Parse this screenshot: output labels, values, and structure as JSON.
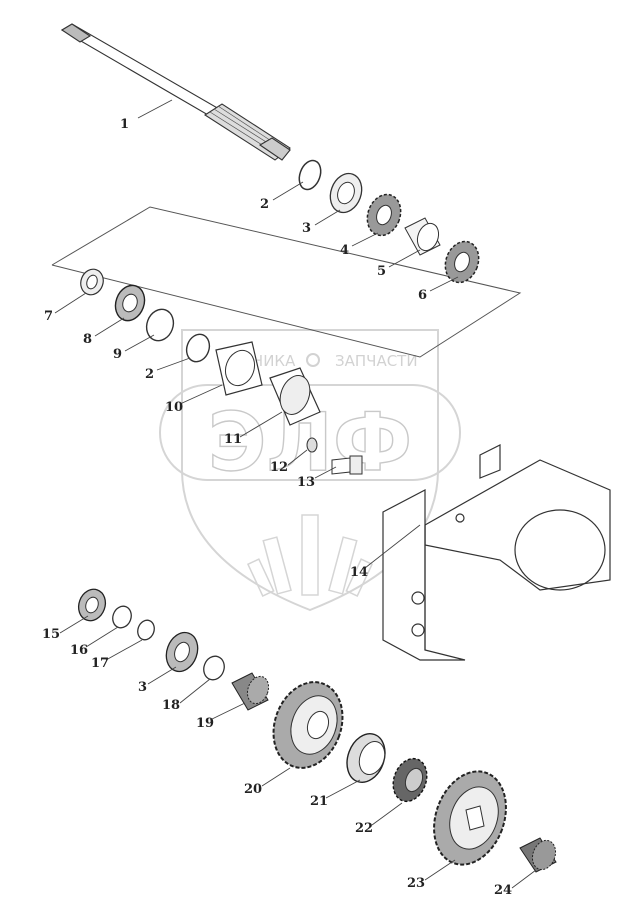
{
  "watermark": {
    "brand_left": "ТЕХНИКА",
    "brand_right": "ЗАПЧАСТИ",
    "monogram": "ЭЛФ"
  },
  "callouts": [
    "1",
    "2",
    "3",
    "4",
    "5",
    "6",
    "7",
    "8",
    "9",
    "2",
    "10",
    "11",
    "12",
    "13",
    "14",
    "15",
    "16",
    "17",
    "3",
    "18",
    "19",
    "20",
    "21",
    "22",
    "23",
    "24"
  ],
  "colors": {
    "line": "#444444",
    "watermark": "#cfcfcf",
    "text": "#222222"
  }
}
